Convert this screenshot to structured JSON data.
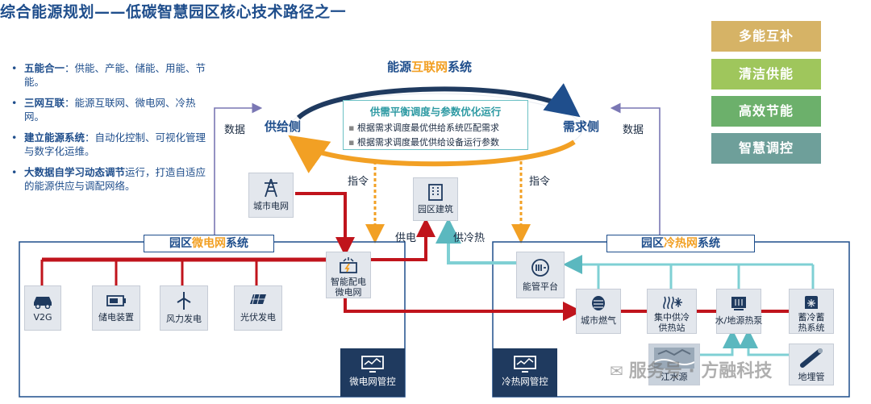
{
  "title": "综合能源规划——低碳智慧园区核心技术路径之一",
  "bullets": [
    {
      "bold": "五能合一",
      "rest": "：供能、产能、储能、用能、节能。"
    },
    {
      "bold": "三网互联",
      "rest": "：能源互联网、微电网、冷热网。"
    },
    {
      "bold": "建立能源系统",
      "rest": "：自动化控制、可视化管理与数字化运维。"
    },
    {
      "bold": "大数据自学习动态调节",
      "rest": "运行，打造自适应的能源供应与调配网络。"
    }
  ],
  "tags": [
    {
      "label": "多能互补",
      "color": "#d6b366"
    },
    {
      "label": "清洁供能",
      "color": "#9fc65c"
    },
    {
      "label": "高效节能",
      "color": "#6cb06b"
    },
    {
      "label": "智慧调控",
      "color": "#6e9f9a"
    }
  ],
  "loop": {
    "title_a": "能源",
    "title_b": "互联网",
    "title_c": "系统",
    "supply": "供给侧",
    "demand": "需求侧",
    "data_left": "数据",
    "data_right": "数据",
    "box_title": "供需平衡调度与参数优化运行",
    "box_items": [
      "根据需求调度最优供给系统匹配需求",
      "根据需求调度最优供给设备运行参数"
    ]
  },
  "labels": {
    "cmd_left": "指令",
    "cmd_right": "指令",
    "supply_power": "供电",
    "supply_heat_cool": "供冷热"
  },
  "micro": {
    "title_a": "园区",
    "title_b": "微电网",
    "title_c": "系统",
    "control": "微电网管控",
    "devices": [
      "V2G",
      "储电装置",
      "风力发电",
      "光伏发电"
    ],
    "smart": "智能配电\n微电网",
    "city_grid": "城市电网"
  },
  "building": "园区建筑",
  "heat": {
    "title_a": "园区",
    "title_b": "冷热网",
    "title_c": "系统",
    "control": "冷热网管控",
    "platform": "能管平台",
    "devices": [
      "城市燃气",
      "集中供冷\n供热站",
      "水/地源热泵",
      "蓄冷蓄\n热系统"
    ],
    "sources": [
      "江水源",
      "地埋管"
    ]
  },
  "watermark": "服务号 · 方融科技",
  "colors": {
    "title": "#1f4e8c",
    "red": "#c0141c",
    "teal": "#7fd0d4",
    "purple": "#7a77b4",
    "orange": "#f2a024",
    "navy": "#1f3a5f"
  }
}
